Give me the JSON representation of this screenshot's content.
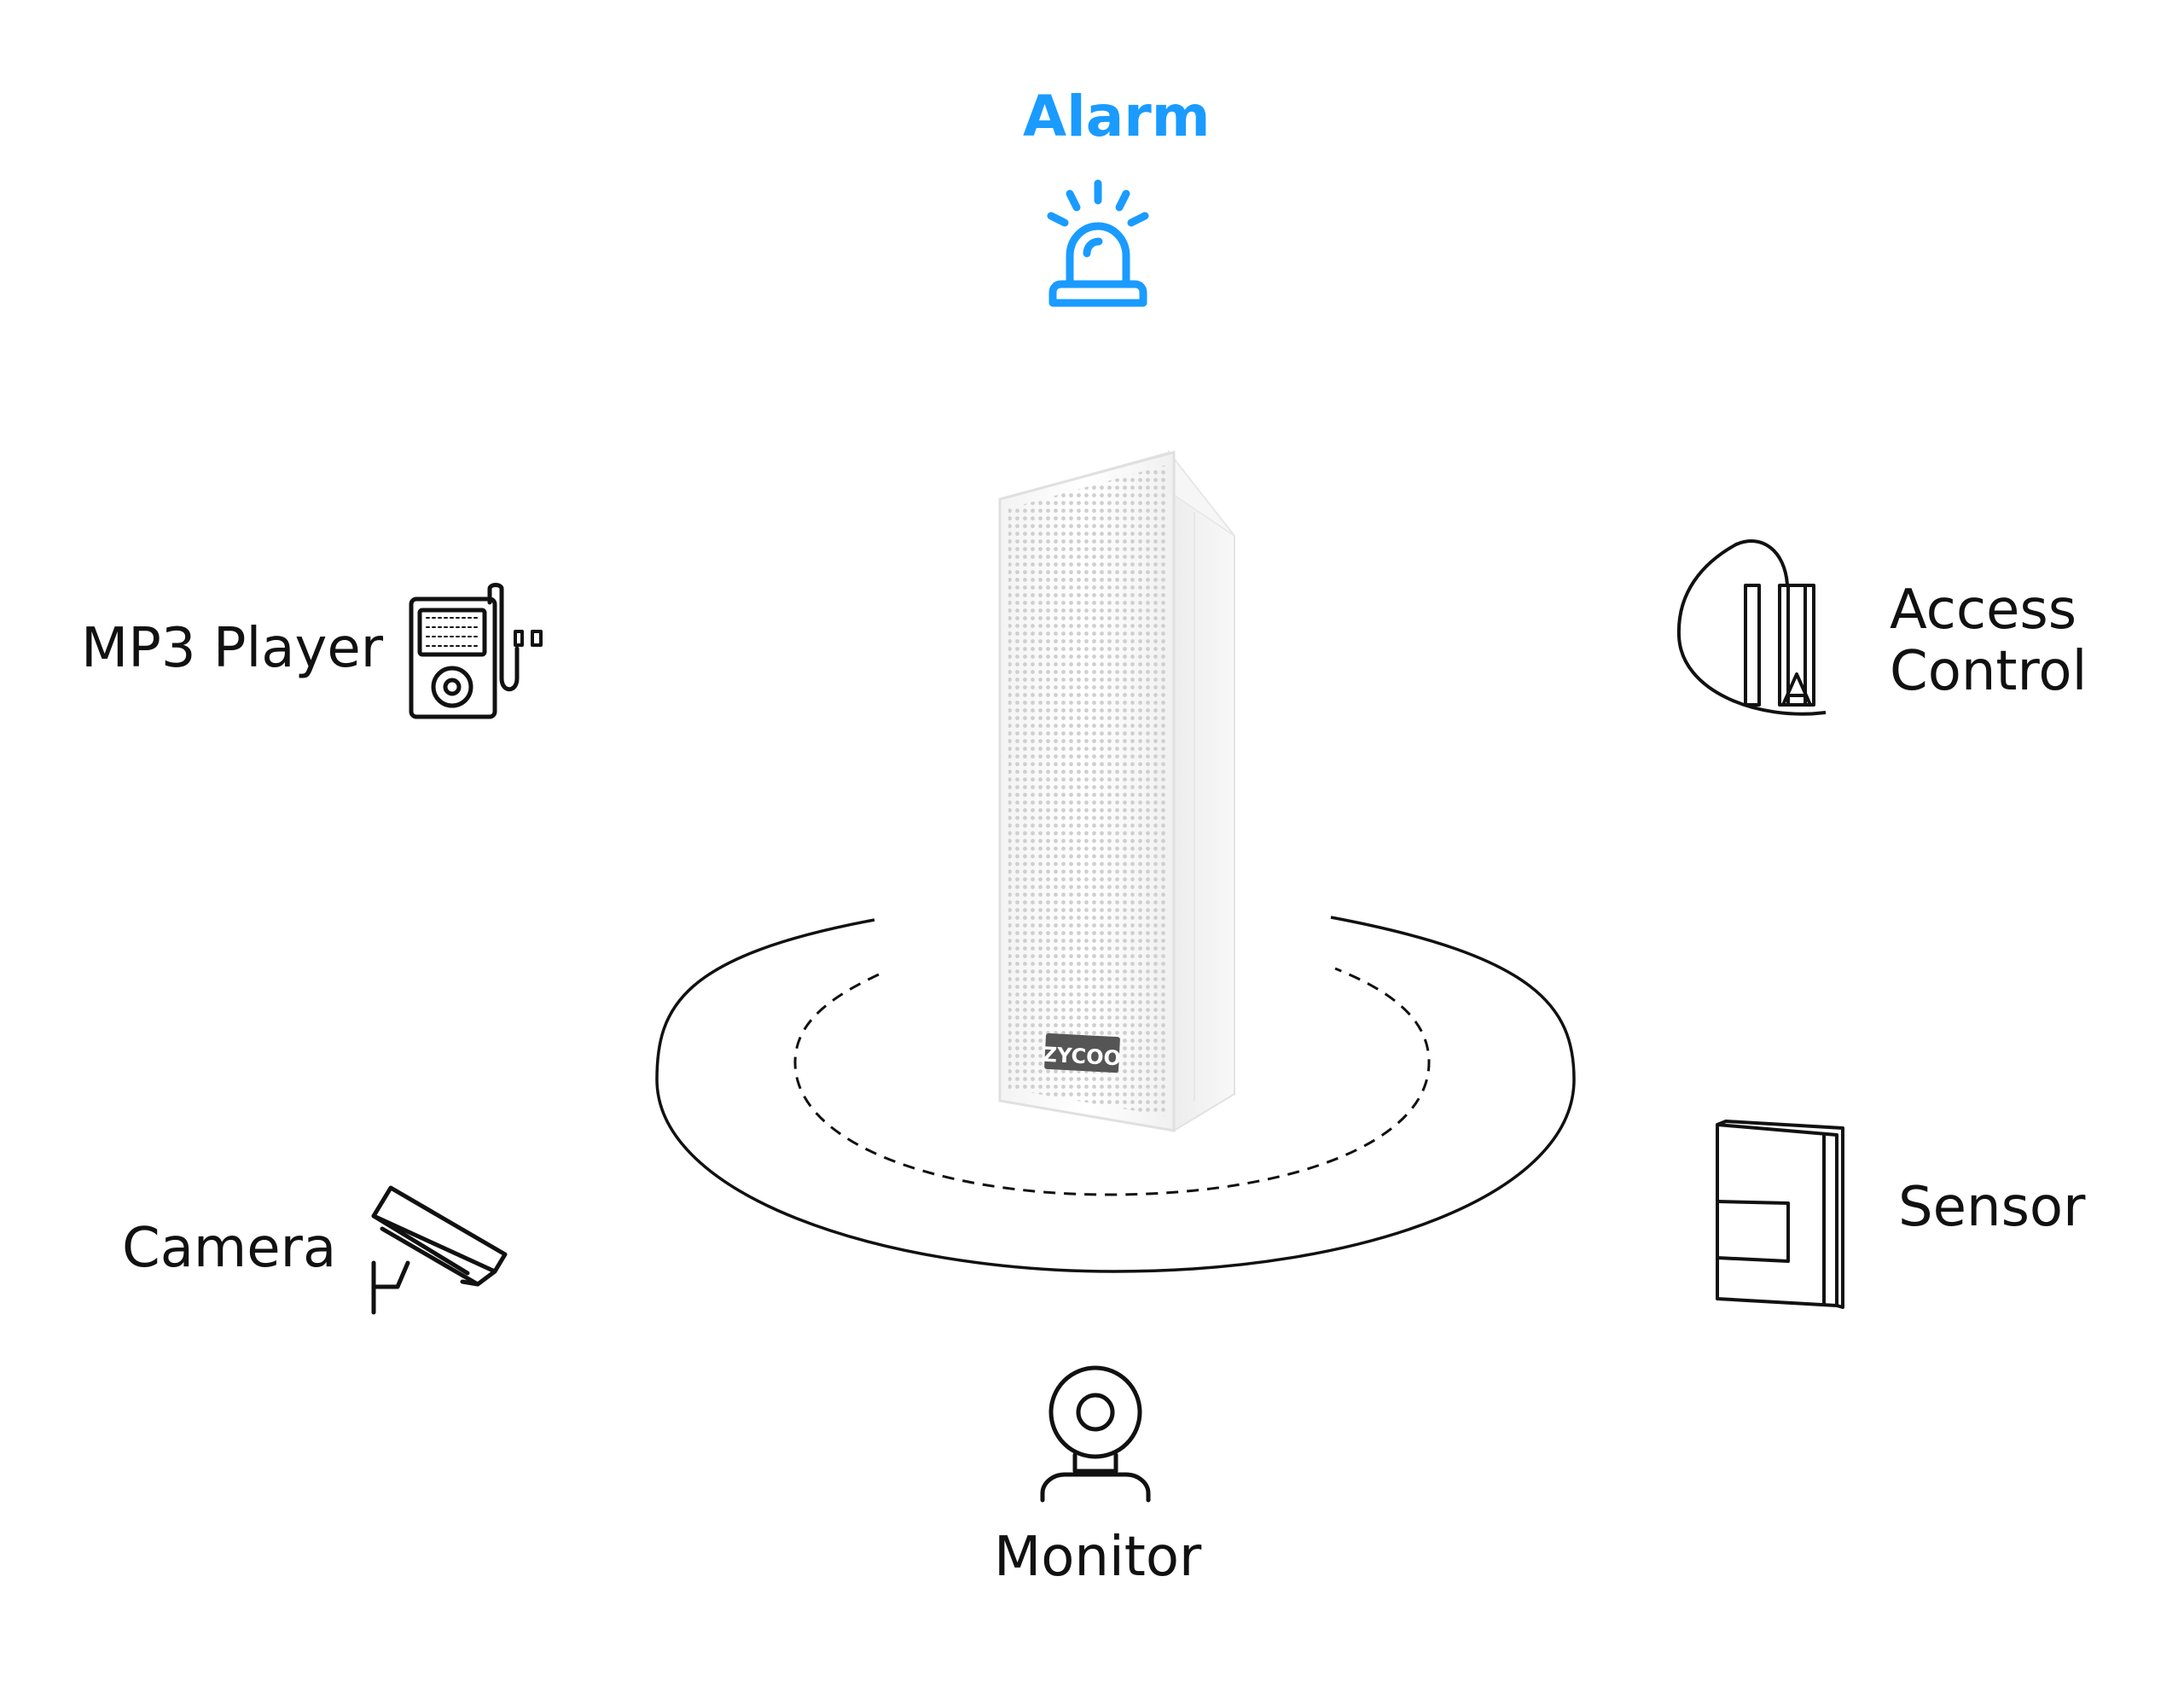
{
  "nodes": {
    "alarm": {
      "label": "Alarm",
      "icon": "siren-icon",
      "color": "#1a9bff"
    },
    "mp3_player": {
      "label": "MP3 Player",
      "icon": "mp3-player-icon"
    },
    "access_control": {
      "label": "Access\nControl",
      "icon": "access-control-icon"
    },
    "camera": {
      "label": "Camera",
      "icon": "security-camera-icon"
    },
    "sensor": {
      "label": "Sensor",
      "icon": "door-sensor-icon"
    },
    "monitor": {
      "label": "Monitor",
      "icon": "webcam-icon"
    }
  },
  "center": {
    "device": "column-speaker",
    "logo_text": "ZYCOO"
  },
  "colors": {
    "accent": "#1a9bff",
    "line": "#111111"
  }
}
